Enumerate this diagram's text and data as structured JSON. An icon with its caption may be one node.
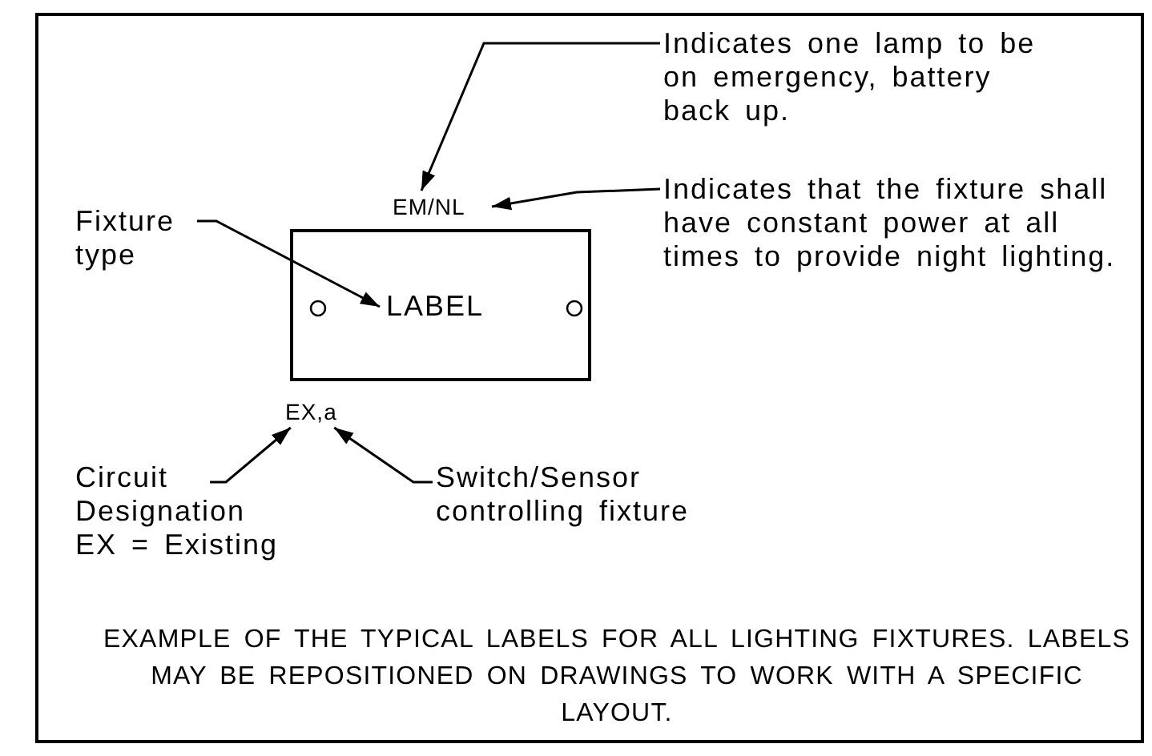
{
  "diagram": {
    "caption": "EXAMPLE OF THE TYPICAL LABELS FOR ALL LIGHTING FIXTURES. LABELS MAY BE REPOSITIONED ON DRAWINGS TO WORK WITH A SPECIFIC LAYOUT.",
    "nodes": [
      {
        "text": [
          "Indicates one lamp to be on emergency, battery back up."
        ]
      },
      {
        "text": [
          "EM/NL"
        ]
      },
      {
        "text": [
          "Indicates that the fixture shall have constant power at all times to provide night lighting."
        ]
      },
      {
        "text": [
          "Fixture type"
        ]
      },
      {
        "text": [
          "LABEL"
        ]
      },
      {
        "text": [
          "EX,a"
        ]
      },
      {
        "text": [
          "Circuit Designation",
          "EX = Existing"
        ]
      },
      {
        "text": [
          "Switch/Sensor controlling fixture"
        ]
      }
    ],
    "edges": [
      {
        "from": 0,
        "to": 1,
        "arrow": "to"
      },
      {
        "from": 2,
        "to": 1,
        "arrow": "to"
      },
      {
        "from": 3,
        "to": 4,
        "arrow": "to"
      },
      {
        "from": 6,
        "to": 5,
        "arrow": "to"
      },
      {
        "from": 7,
        "to": 5,
        "arrow": "to"
      }
    ]
  }
}
